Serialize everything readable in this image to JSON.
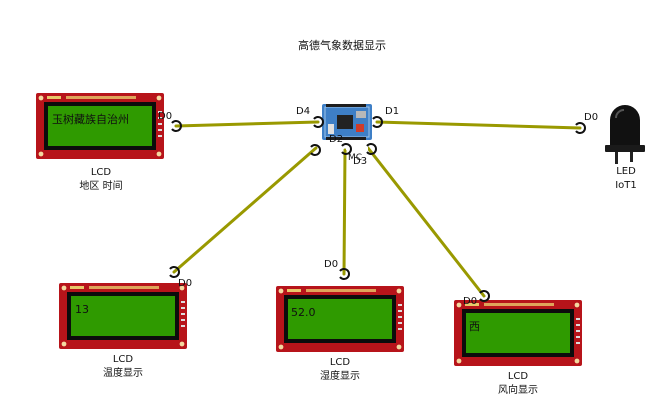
{
  "title": "高德气象数据显示",
  "hub": {
    "pins": {
      "d1": "D1",
      "d2": "D2",
      "d3": "D3",
      "d4": "D4"
    },
    "partial_text": "MC"
  },
  "devices": {
    "lcd_region": {
      "kind": "LCD",
      "name": "地区  时间",
      "screen_text": "玉树藏族自治州",
      "pin": "D0"
    },
    "lcd_temp": {
      "kind": "LCD",
      "name": "温度显示",
      "screen_text": "13",
      "pin": "D0"
    },
    "lcd_humidity": {
      "kind": "LCD",
      "name": "湿度显示",
      "screen_text": "52.0",
      "pin": "D0"
    },
    "lcd_wind": {
      "kind": "LCD",
      "name": "风向显示",
      "screen_text": "西",
      "pin": "D0"
    },
    "led": {
      "kind": "LED",
      "name": "IoT1",
      "pin": "D0"
    }
  },
  "colors": {
    "wire": "#999900",
    "board_red": "#b7141a",
    "screen_green": "#2f9a00",
    "bezel": "#0c0c0c",
    "led_body": "#111111"
  }
}
